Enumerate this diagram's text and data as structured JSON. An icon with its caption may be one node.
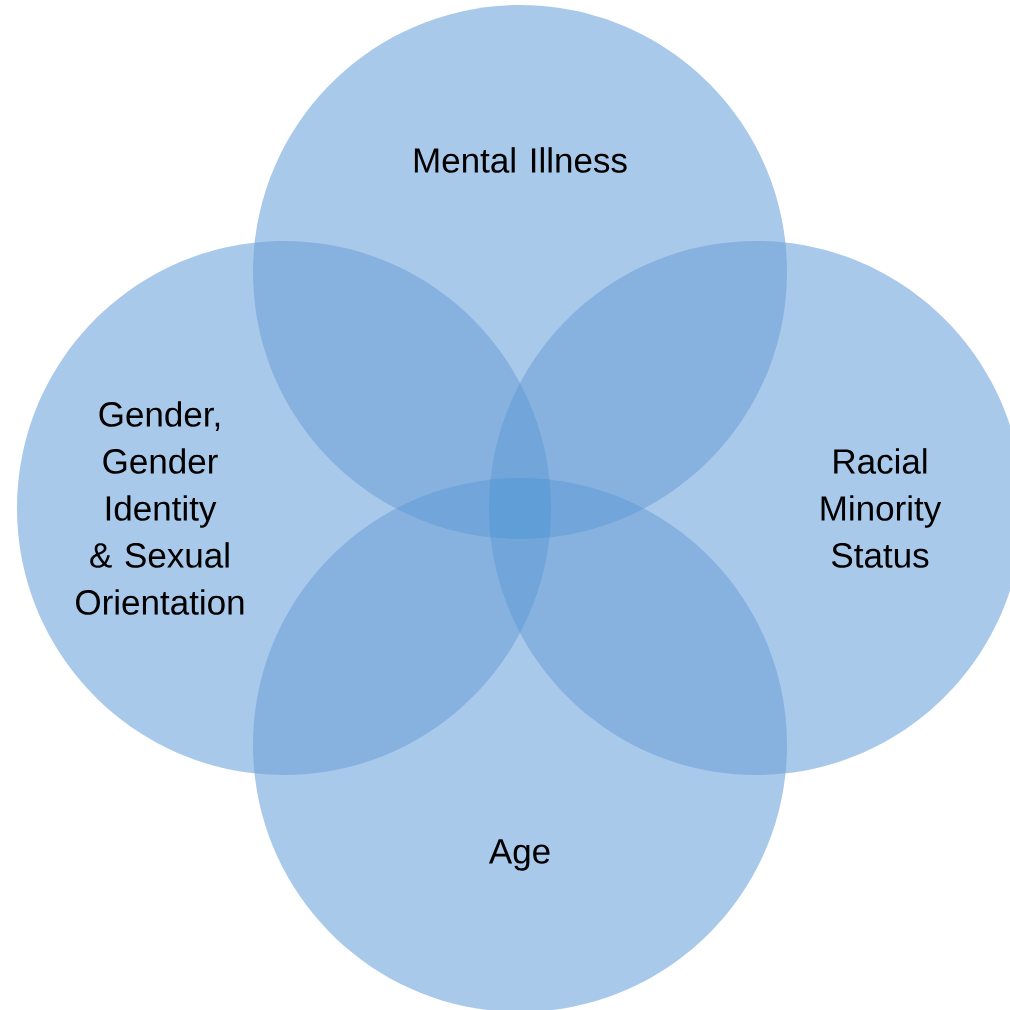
{
  "diagram": {
    "nodes": [
      {
        "text": [
          "Mental Illness"
        ]
      },
      {
        "text": [
          "Gender, Gender Identity & Sexual Orientation"
        ]
      },
      {
        "text": [
          "Racial Minority Status"
        ]
      },
      {
        "text": [
          "Age"
        ]
      }
    ]
  }
}
